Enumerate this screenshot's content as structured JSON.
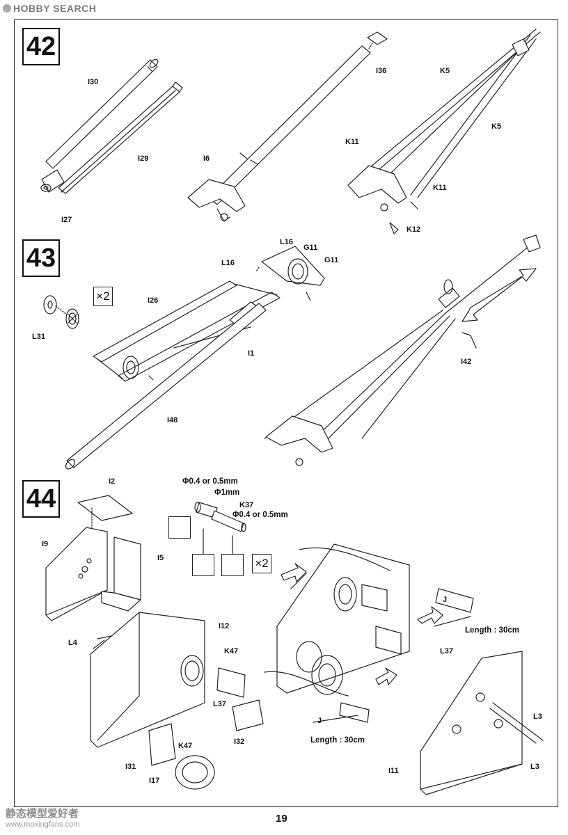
{
  "watermark": {
    "top_brand": "HOBBY SEARCH",
    "bottom_site": "静态模型爱好者",
    "bottom_url": "www.moxingfans.com"
  },
  "page_number": "19",
  "steps": [
    {
      "number": "42",
      "labels": {
        "i30": "I30",
        "i29": "I29",
        "i27": "I27",
        "i6": "I6",
        "i36": "I36",
        "k5a": "K5",
        "k5b": "K5",
        "k11a": "K11",
        "k11b": "K11",
        "k12": "K12"
      }
    },
    {
      "number": "43",
      "multiplier": "×2",
      "labels": {
        "l31": "L31",
        "i26": "I26",
        "l16a": "L16",
        "l16b": "L16",
        "g11a": "G11",
        "g11b": "G11",
        "i1": "I1",
        "i48": "I48",
        "i42": "I42"
      }
    },
    {
      "number": "44",
      "multiplier": "×2",
      "labels": {
        "i2": "I2",
        "i9": "I9",
        "i5": "I5",
        "k37": "K37",
        "l4": "L4",
        "i12": "I12",
        "k47a": "K47",
        "k47b": "K47",
        "l37a": "L37",
        "l37b": "L37",
        "i32": "I32",
        "i31": "I31",
        "i17": "I17",
        "j1": "J",
        "j2": "J",
        "i11": "I11",
        "l3a": "L3",
        "l3b": "L3"
      },
      "notes": {
        "phi_a": "Φ0.4 or 0.5mm",
        "phi_b": "Φ1mm",
        "phi_c": "Φ0.4 or 0.5mm",
        "length_a": "Length : 30cm",
        "length_b": "Length : 30cm"
      }
    }
  ]
}
